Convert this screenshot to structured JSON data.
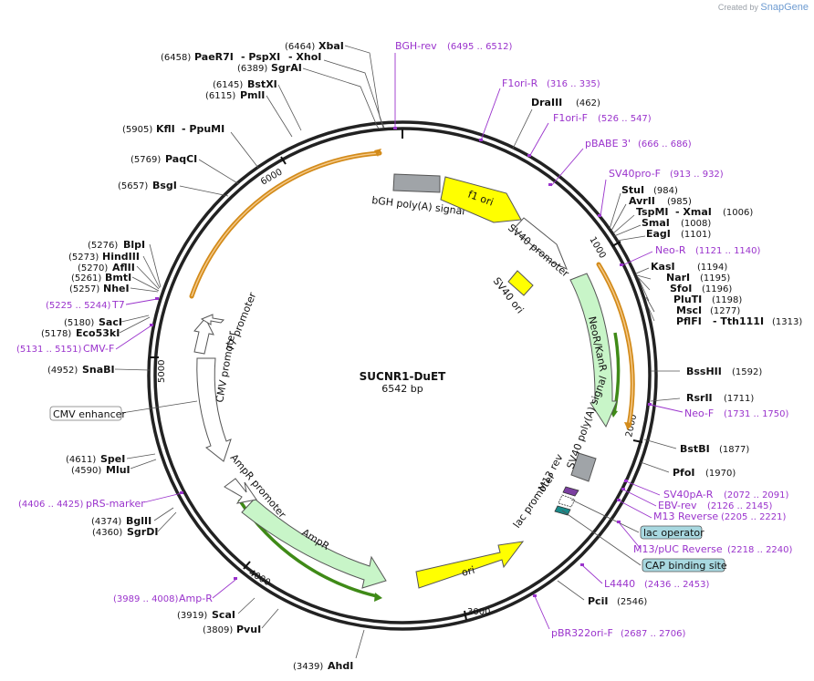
{
  "credit": {
    "prefix": "Created by",
    "brand": "SnapGene"
  },
  "plasmid": {
    "name": "SUCNR1-DuET",
    "size_label": "6542 bp",
    "length": 6542
  },
  "ticks": [
    "1000",
    "2000",
    "3000",
    "4000",
    "5000",
    "6000"
  ],
  "features": [
    {
      "name": "f1 ori",
      "kind": "ori"
    },
    {
      "name": "bGH poly(A) signal",
      "kind": "terminator"
    },
    {
      "name": "SV40 promoter",
      "kind": "promoter"
    },
    {
      "name": "SV40 ori",
      "kind": "ori"
    },
    {
      "name": "NeoR/KanR",
      "kind": "cds"
    },
    {
      "name": "SV40 poly(A) signal",
      "kind": "terminator"
    },
    {
      "name": "M13 rev",
      "kind": "primer"
    },
    {
      "name": "lac promoter",
      "kind": "promoter"
    },
    {
      "name": "ori",
      "kind": "ori"
    },
    {
      "name": "AmpR",
      "kind": "cds"
    },
    {
      "name": "AmpR promoter",
      "kind": "promoter"
    },
    {
      "name": "CMV promoter",
      "kind": "promoter"
    },
    {
      "name": "T7 promoter",
      "kind": "promoter"
    },
    {
      "name": "CMV enhancer",
      "kind": "enhancer"
    }
  ],
  "enzymes": [
    {
      "name": "XbaI",
      "pos": "(6464)"
    },
    {
      "name": "PaeR7I",
      "alt": "- PspXI",
      "alt2": "- XhoI",
      "pos": "(6458)"
    },
    {
      "name": "SgrAI",
      "pos": "(6389)"
    },
    {
      "name": "BstXI",
      "pos": "(6145)"
    },
    {
      "name": "PmlI",
      "pos": "(6115)"
    },
    {
      "name": "KflI",
      "alt": "- PpuMI",
      "pos": "(5905)"
    },
    {
      "name": "PaqCI",
      "pos": "(5769)"
    },
    {
      "name": "BsgI",
      "pos": "(5657)"
    },
    {
      "name": "BlpI",
      "pos": "(5276)"
    },
    {
      "name": "HindIII",
      "pos": "(5273)"
    },
    {
      "name": "AflII",
      "pos": "(5270)"
    },
    {
      "name": "BmtI",
      "pos": "(5261)"
    },
    {
      "name": "NheI",
      "pos": "(5257)"
    },
    {
      "name": "SacI",
      "pos": "(5180)"
    },
    {
      "name": "Eco53kI",
      "pos": "(5178)"
    },
    {
      "name": "SnaBI",
      "pos": "(4952)"
    },
    {
      "name": "SpeI",
      "pos": "(4611)"
    },
    {
      "name": "MluI",
      "pos": "(4590)"
    },
    {
      "name": "BglII",
      "pos": "(4374)"
    },
    {
      "name": "SgrDI",
      "pos": "(4360)"
    },
    {
      "name": "ScaI",
      "pos": "(3919)"
    },
    {
      "name": "PvuI",
      "pos": "(3809)"
    },
    {
      "name": "AhdI",
      "pos": "(3439)"
    },
    {
      "name": "DraIII",
      "pos": "(462)"
    },
    {
      "name": "StuI",
      "pos": "(984)"
    },
    {
      "name": "AvrII",
      "pos": "(985)"
    },
    {
      "name": "TspMI",
      "alt": "- XmaI",
      "pos": "(1006)"
    },
    {
      "name": "SmaI",
      "pos": "(1008)"
    },
    {
      "name": "EagI",
      "pos": "(1101)"
    },
    {
      "name": "KasI",
      "pos": "(1194)"
    },
    {
      "name": "NarI",
      "pos": "(1195)"
    },
    {
      "name": "SfoI",
      "pos": "(1196)"
    },
    {
      "name": "PluTI",
      "pos": "(1198)"
    },
    {
      "name": "MscI",
      "pos": "(1277)"
    },
    {
      "name": "PflFI",
      "alt": "- Tth111I",
      "pos": "(1313)"
    },
    {
      "name": "BssHII",
      "pos": "(1592)"
    },
    {
      "name": "RsrII",
      "pos": "(1711)"
    },
    {
      "name": "BstBI",
      "pos": "(1877)"
    },
    {
      "name": "PfoI",
      "pos": "(1970)"
    },
    {
      "name": "PciI",
      "pos": "(2546)"
    }
  ],
  "primers": [
    {
      "name": "BGH-rev",
      "range": "(6495 .. 6512)"
    },
    {
      "name": "F1ori-R",
      "range": "(316 .. 335)"
    },
    {
      "name": "F1ori-F",
      "range": "(526 .. 547)"
    },
    {
      "name": "pBABE 3'",
      "range": "(666 .. 686)"
    },
    {
      "name": "SV40pro-F",
      "range": "(913 .. 932)"
    },
    {
      "name": "Neo-R",
      "range": "(1121 .. 1140)"
    },
    {
      "name": "Neo-F",
      "range": "(1731 .. 1750)"
    },
    {
      "name": "SV40pA-R",
      "range": "(2072 .. 2091)"
    },
    {
      "name": "EBV-rev",
      "range": "(2126 .. 2145)"
    },
    {
      "name": "M13 Reverse",
      "range": "(2205 .. 2221)"
    },
    {
      "name": "M13/pUC Reverse",
      "range": "(2218 .. 2240)"
    },
    {
      "name": "L4440",
      "range": "(2436 .. 2453)"
    },
    {
      "name": "pBR322ori-F",
      "range": "(2687 .. 2706)"
    },
    {
      "name": "Amp-R",
      "range": "(3989 .. 4008)"
    },
    {
      "name": "pRS-marker",
      "range": "(4406 .. 4425)"
    },
    {
      "name": "CMV-F",
      "range": "(5131 .. 5151)"
    },
    {
      "name": "T7",
      "range": "(5225 .. 5244)"
    }
  ],
  "boxed_labels": {
    "cmv_enhancer": "CMV enhancer",
    "lac_operator": "lac operator",
    "cap_site": "CAP binding site"
  },
  "colors": {
    "backbone": "#222222",
    "ori": "#ffff00",
    "cds": "#c8f5c8",
    "terminator": "#a0a4a8",
    "primer": "#9a33cc",
    "orf": "#d38b1a",
    "orf_green": "#3f8a17",
    "misc_box": "#a8d8e0",
    "brand": "#6d9bd1"
  }
}
